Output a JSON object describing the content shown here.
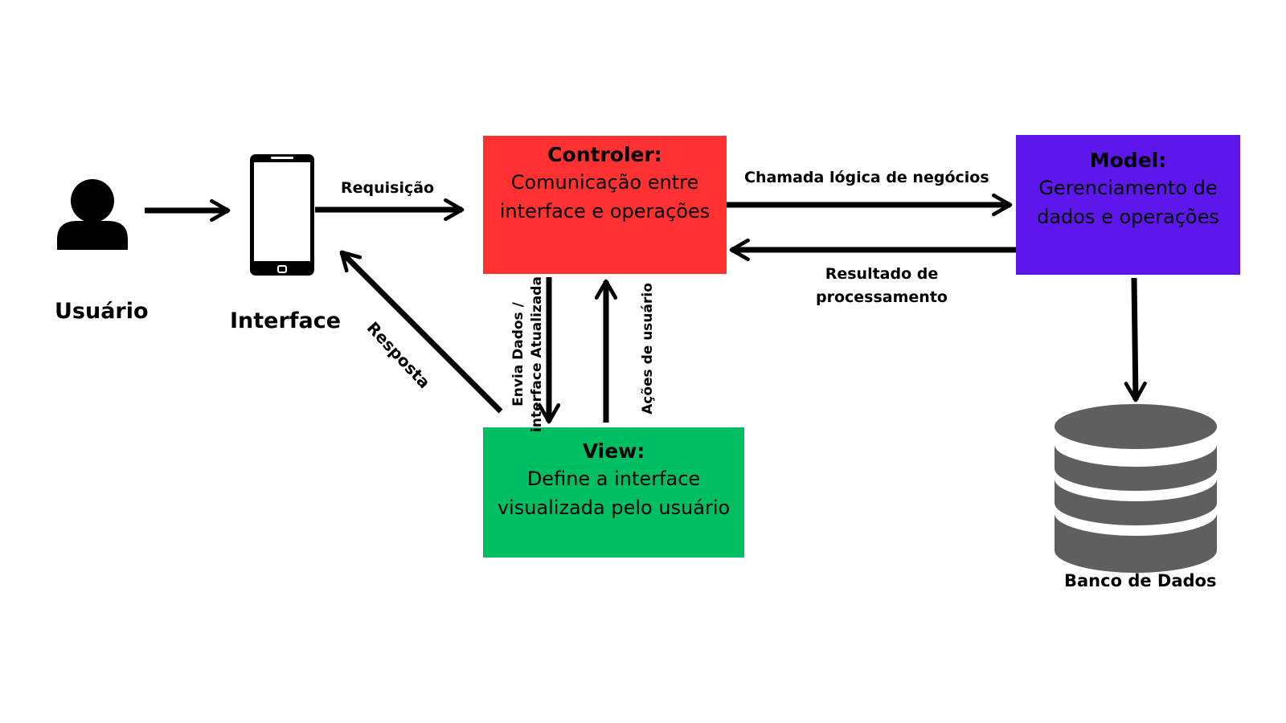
{
  "nodes": {
    "user": {
      "label": "Usuário",
      "icon": "user-icon"
    },
    "interface": {
      "label": "Interface",
      "icon": "smartphone-icon"
    },
    "controller": {
      "title": "Controler:",
      "description": "Comunicação entre\ninterface e operações",
      "color": "#ff3131"
    },
    "model": {
      "title": "Model:",
      "description": "Gerenciamento de\ndados e operações",
      "color": "#5e17eb"
    },
    "view": {
      "title": "View:",
      "description": "Define a interface\nvisualizada pelo usuário",
      "color": "#00bf63"
    },
    "database": {
      "label": "Banco de Dados",
      "icon": "database-icon"
    }
  },
  "edges": {
    "requisicao": "Requisição",
    "chamada": "Chamada lógica de negócios",
    "resultado": "Resultado de\nprocessamento",
    "resposta": "Resposta",
    "envia": "Envia Dados /\ninterface Atualizada",
    "acoes": "Ações de usuário"
  },
  "colors": {
    "arrow": "#000000",
    "database": "#5f5f5f"
  }
}
